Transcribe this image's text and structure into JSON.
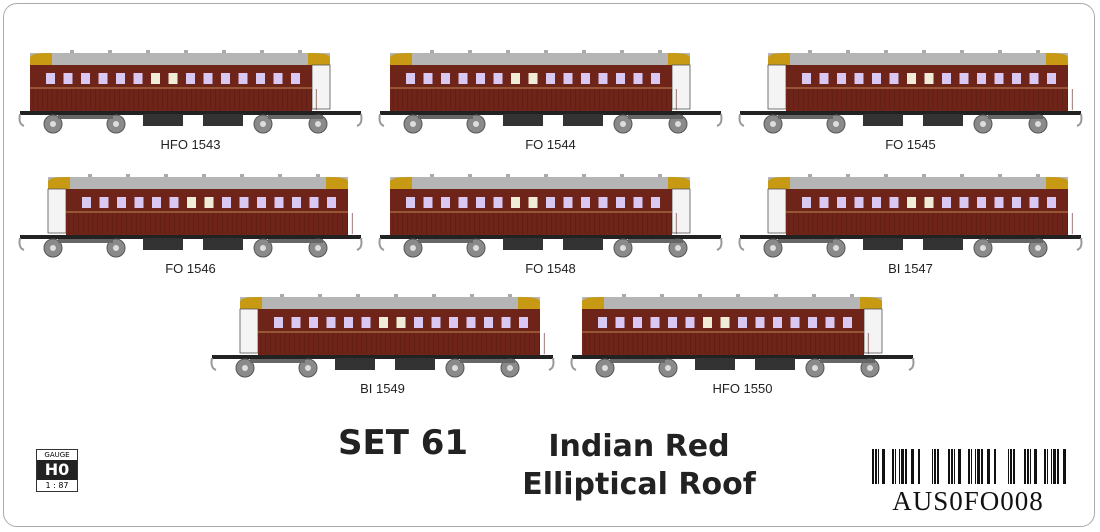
{
  "carriages": [
    {
      "label": "HFO 1543",
      "vestibule": "right"
    },
    {
      "label": "FO 1544",
      "vestibule": "right"
    },
    {
      "label": "FO 1545",
      "vestibule": "left"
    },
    {
      "label": "FO 1546",
      "vestibule": "left"
    },
    {
      "label": "FO 1548",
      "vestibule": "right"
    },
    {
      "label": "BI 1547",
      "vestibule": "left"
    },
    {
      "label": "BI 1549",
      "vestibule": "left"
    },
    {
      "label": "HFO 1550",
      "vestibule": "right"
    }
  ],
  "set_label": "SET 61",
  "livery": {
    "line1": "Indian Red",
    "line2": "Elliptical Roof"
  },
  "gauge": {
    "top": "GAUGE",
    "scale_name": "H0",
    "ratio": "1 : 87"
  },
  "barcode_text": "AUS0FO008",
  "colors": {
    "body": "#6e2418",
    "roof": "#b5b5b5",
    "roof_end": "#c89a14",
    "window": "#d9c9f2",
    "window_alt": "#f0ecd8",
    "bogie": "#8a8a8a"
  }
}
